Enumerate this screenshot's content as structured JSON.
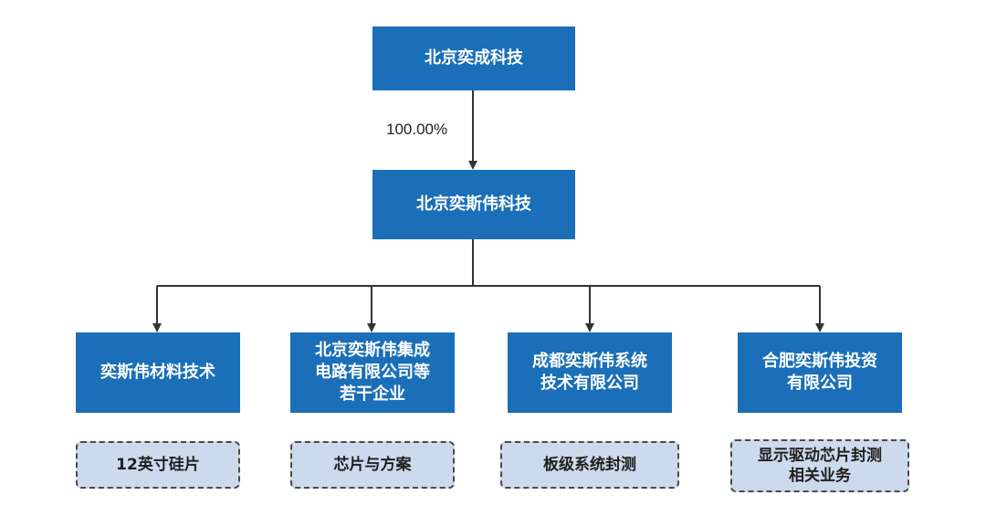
{
  "colors": {
    "node_fill": "#1a6fb8",
    "node_text": "#ffffff",
    "tag_fill": "#cdd9ec",
    "tag_border": "#4a4a4a",
    "tag_text": "#1f1f1f",
    "connector": "#333333"
  },
  "root": {
    "label": "北京奕成科技"
  },
  "ownership": {
    "label": "100.00%"
  },
  "parent": {
    "label": "北京奕斯伟科技"
  },
  "subsidiaries": [
    {
      "label": "奕斯伟材料技术",
      "business": "12英寸硅片"
    },
    {
      "label": "北京奕斯伟集成\n电路有限公司等\n若干企业",
      "business": "芯片与方案"
    },
    {
      "label": "成都奕斯伟系统\n技术有限公司",
      "business": "板级系统封测"
    },
    {
      "label": "合肥奕斯伟投资\n有限公司",
      "business": "显示驱动芯片封测\n相关业务"
    }
  ]
}
